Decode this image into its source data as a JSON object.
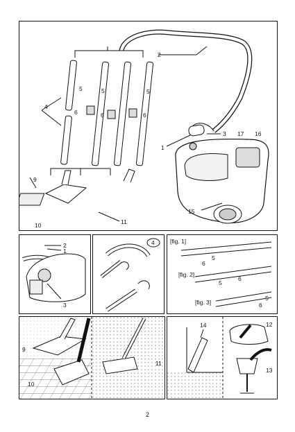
{
  "main": {
    "callouts": {
      "c1": "1",
      "c2": "2",
      "c3": "3",
      "c4": "4",
      "c5a": "5",
      "c5b": "5",
      "c5c": "5",
      "c6a": "6",
      "c6b": "6",
      "c6c": "6",
      "c9": "9",
      "c10": "10",
      "c11": "11",
      "c15": "15",
      "c16": "16",
      "c17": "17"
    }
  },
  "panel_a": {
    "c2": "2",
    "c1": "1",
    "c3": "3"
  },
  "panel_b": {
    "badge": "4"
  },
  "panel_c": {
    "fig1": "[fig. 1]",
    "fig2": "[fig. 2]",
    "fig3": "[fig. 3]",
    "c5a": "5",
    "c6a": "6",
    "c5b": "5",
    "c6b": "6",
    "c5c": "5",
    "c6c": "6"
  },
  "panel_d": {
    "c9": "9",
    "c10": "10",
    "c11": "11"
  },
  "panel_e": {
    "c14": "14",
    "c12": "12",
    "c13": "13"
  },
  "page_number": "2"
}
